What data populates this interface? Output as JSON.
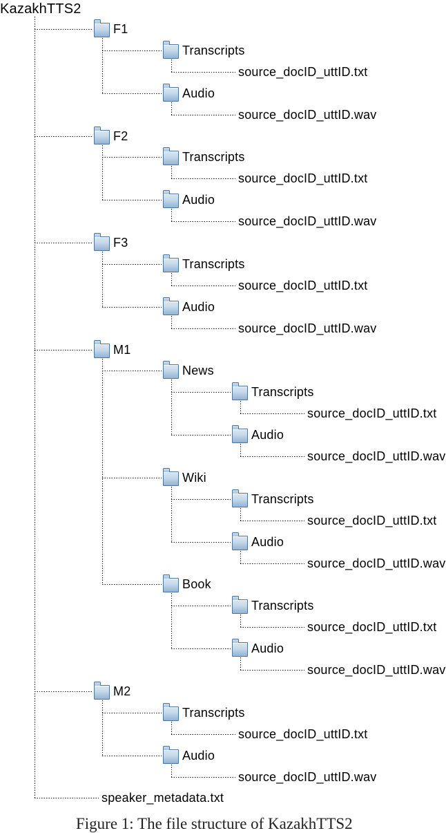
{
  "figure": {
    "root_label": "KazakhTTS2",
    "caption": "Figure 1: The file structure of KazakhTTS2"
  },
  "colors": {
    "line": "#111111",
    "text": "#000000",
    "caption_text": "#222222",
    "folder_fill_top": "#dae7f2",
    "folder_fill_bottom": "#96b4d3",
    "folder_border": "#4e749a"
  },
  "icons": {
    "folder": "folder-icon"
  },
  "tree": {
    "label": "KazakhTTS2",
    "type": "folder",
    "children": [
      {
        "label": "F1",
        "type": "folder",
        "children": [
          {
            "label": "Transcripts",
            "type": "folder",
            "children": [
              {
                "label": "source_docID_uttID.txt",
                "type": "file"
              }
            ]
          },
          {
            "label": "Audio",
            "type": "folder",
            "children": [
              {
                "label": "source_docID_uttID.wav",
                "type": "file"
              }
            ]
          }
        ]
      },
      {
        "label": "F2",
        "type": "folder",
        "children": [
          {
            "label": "Transcripts",
            "type": "folder",
            "children": [
              {
                "label": "source_docID_uttID.txt",
                "type": "file"
              }
            ]
          },
          {
            "label": "Audio",
            "type": "folder",
            "children": [
              {
                "label": "source_docID_uttID.wav",
                "type": "file"
              }
            ]
          }
        ]
      },
      {
        "label": "F3",
        "type": "folder",
        "children": [
          {
            "label": "Transcripts",
            "type": "folder",
            "children": [
              {
                "label": "source_docID_uttID.txt",
                "type": "file"
              }
            ]
          },
          {
            "label": "Audio",
            "type": "folder",
            "children": [
              {
                "label": "source_docID_uttID.wav",
                "type": "file"
              }
            ]
          }
        ]
      },
      {
        "label": "M1",
        "type": "folder",
        "children": [
          {
            "label": "News",
            "type": "folder",
            "children": [
              {
                "label": "Transcripts",
                "type": "folder",
                "children": [
                  {
                    "label": "source_docID_uttID.txt",
                    "type": "file"
                  }
                ]
              },
              {
                "label": "Audio",
                "type": "folder",
                "children": [
                  {
                    "label": "source_docID_uttID.wav",
                    "type": "file"
                  }
                ]
              }
            ]
          },
          {
            "label": "Wiki",
            "type": "folder",
            "children": [
              {
                "label": "Transcripts",
                "type": "folder",
                "children": [
                  {
                    "label": "source_docID_uttID.txt",
                    "type": "file"
                  }
                ]
              },
              {
                "label": "Audio",
                "type": "folder",
                "children": [
                  {
                    "label": "source_docID_uttID.wav",
                    "type": "file"
                  }
                ]
              }
            ]
          },
          {
            "label": "Book",
            "type": "folder",
            "children": [
              {
                "label": "Transcripts",
                "type": "folder",
                "children": [
                  {
                    "label": "source_docID_uttID.txt",
                    "type": "file"
                  }
                ]
              },
              {
                "label": "Audio",
                "type": "folder",
                "children": [
                  {
                    "label": "source_docID_uttID.wav",
                    "type": "file"
                  }
                ]
              }
            ]
          }
        ]
      },
      {
        "label": "M2",
        "type": "folder",
        "children": [
          {
            "label": "Transcripts",
            "type": "folder",
            "children": [
              {
                "label": "source_docID_uttID.txt",
                "type": "file"
              }
            ]
          },
          {
            "label": "Audio",
            "type": "folder",
            "children": [
              {
                "label": "source_docID_uttID.wav",
                "type": "file"
              }
            ]
          }
        ]
      },
      {
        "label": "speaker_metadata.txt",
        "type": "file"
      }
    ]
  }
}
